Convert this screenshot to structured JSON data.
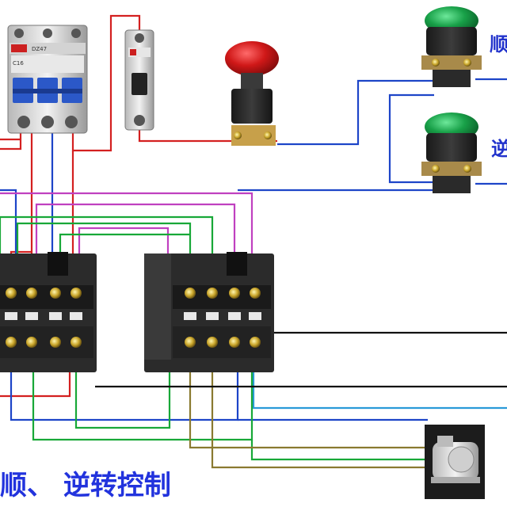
{
  "labels": {
    "forward_button": "顺",
    "reverse_button": "逆",
    "caption": "顺、 逆转控制"
  },
  "breaker_text": {
    "brand": "DZ47",
    "model": "C16"
  },
  "colors": {
    "red": "#d42020",
    "blue": "#1d45c8",
    "green": "#18a838",
    "purple": "#c040c0",
    "olive": "#8a7a30",
    "black": "#111111",
    "light_blue": "#2a9ad8",
    "caption": "#2233dd",
    "button_green": "#18a048",
    "estop_red": "#d01818"
  },
  "icons": {
    "breaker_3p": "three-pole-breaker-icon",
    "breaker_1p": "single-pole-breaker-icon",
    "estop": "emergency-stop-button-icon",
    "fwd_btn": "green-push-button-icon",
    "rev_btn": "green-push-button-icon",
    "contactor_left": "contactor-icon",
    "contactor_right": "contactor-icon",
    "motor": "three-phase-motor-icon"
  }
}
